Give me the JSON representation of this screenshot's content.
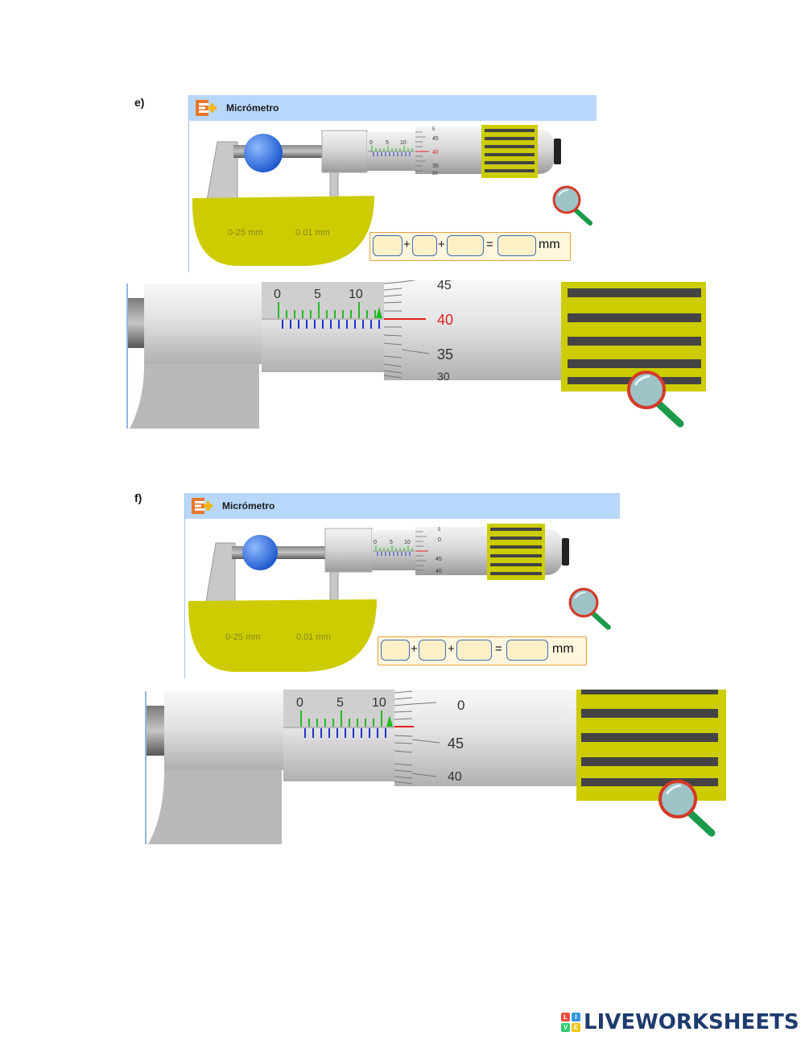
{
  "exercise_e": {
    "label": "e)",
    "title": "Micrómetro",
    "range_label": "0-25 mm",
    "resolution_label": "0.01 mm",
    "sleeve_numbers": [
      "0",
      "5",
      "10"
    ],
    "thimble_numbers_small": [
      "5",
      "45",
      "40",
      "35",
      "30"
    ],
    "thimble_numbers_zoom": [
      "45",
      "40",
      "35",
      "30"
    ],
    "answer": {
      "op_plus": "+",
      "op_equals": "=",
      "unit": "mm",
      "field1": "",
      "field2": "",
      "field3": "",
      "result": ""
    }
  },
  "exercise_f": {
    "label": "f)",
    "title": "Micrómetro",
    "range_label": "0-25 mm",
    "resolution_label": "0.01 mm",
    "sleeve_numbers": [
      "0",
      "5",
      "10"
    ],
    "thimble_numbers_small": [
      "5",
      "0",
      "45",
      "40"
    ],
    "thimble_numbers_zoom": [
      "0",
      "45",
      "40"
    ],
    "answer": {
      "op_plus": "+",
      "op_equals": "=",
      "unit": "mm",
      "field1": "",
      "field2": "",
      "field3": "",
      "result": ""
    }
  },
  "colors": {
    "title_bar": "#b8d7fb",
    "frame_yellow": "#cccc00",
    "ball_blue": "#2a6fe8",
    "sleeve_green": "#22bb22",
    "sleeve_blue": "#2233cc",
    "index_red": "#e02020",
    "accent_orange": "#e6a23c"
  },
  "icons": [
    "app-logo-icon",
    "magnifier-icon"
  ],
  "watermark": {
    "brand": "LIVEWORKSHEETS",
    "blocks": [
      "L",
      "I",
      "V",
      "E"
    ]
  }
}
